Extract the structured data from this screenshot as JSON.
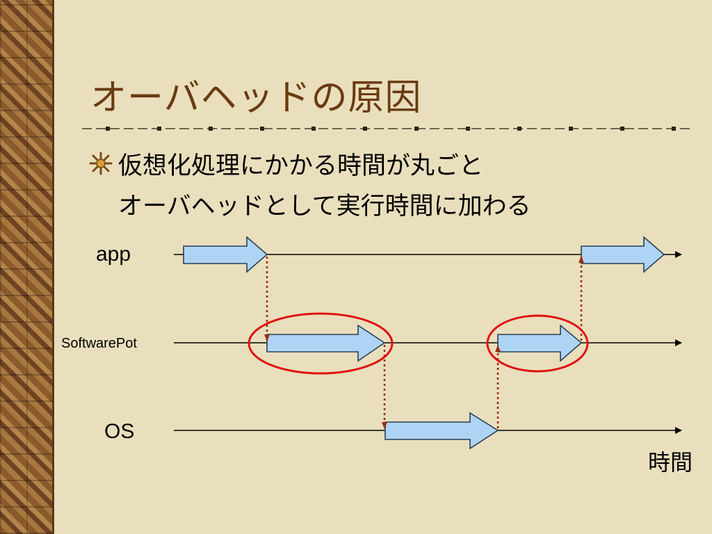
{
  "slide": {
    "title": "オーバヘッドの原因",
    "bullet": {
      "icon": "sparkle-bullet-icon",
      "lines": [
        "仮想化処理にかかる時間が丸ごと",
        "オーバヘッドとして実行時間に加わる"
      ]
    }
  },
  "diagram": {
    "lanes": [
      {
        "id": "app",
        "label": "app"
      },
      {
        "id": "softwarepot",
        "label": "SoftwarePot"
      },
      {
        "id": "os",
        "label": "OS"
      }
    ],
    "time_axis_label": "時間",
    "colors": {
      "title": "#6b3a12",
      "arrow_fill": "#aed4f5",
      "arrow_stroke": "#2b3f55",
      "transition": "#9b2e0c",
      "highlight_ellipse": "#e01010",
      "background": "#e9dfbd"
    }
  }
}
